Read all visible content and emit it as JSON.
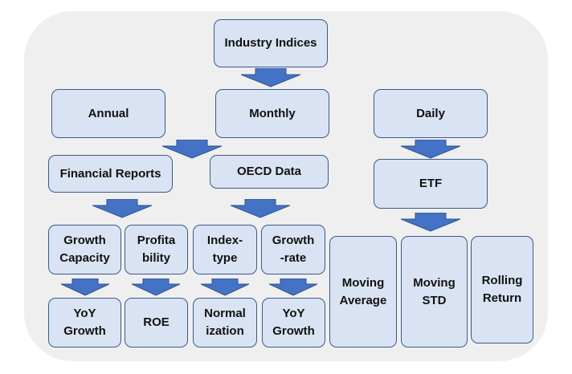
{
  "diagram": {
    "colors": {
      "box_fill": "#dae3f3",
      "box_border": "#3b5a8c",
      "arrow": "#4472c4",
      "panel": "#efefef"
    },
    "nodes": {
      "industry_indices": "Industry Indices",
      "annual": "Annual",
      "monthly": "Monthly",
      "daily": "Daily",
      "financial_reports": "Financial Reports",
      "oecd_data": "OECD Data",
      "etf": "ETF",
      "growth_capacity": "Growth\nCapacity",
      "profitability": "Profita\nbility",
      "index_type": "Index-\ntype",
      "growth_rate": "Growth\n-rate",
      "moving_average": "Moving\nAverage",
      "moving_std": "Moving\nSTD",
      "rolling_return": "Rolling\nReturn",
      "yoy_growth_1": "YoY\nGrowth",
      "roe": "ROE",
      "normalization": "Normal\nization",
      "yoy_growth_2": "YoY\nGrowth"
    }
  }
}
